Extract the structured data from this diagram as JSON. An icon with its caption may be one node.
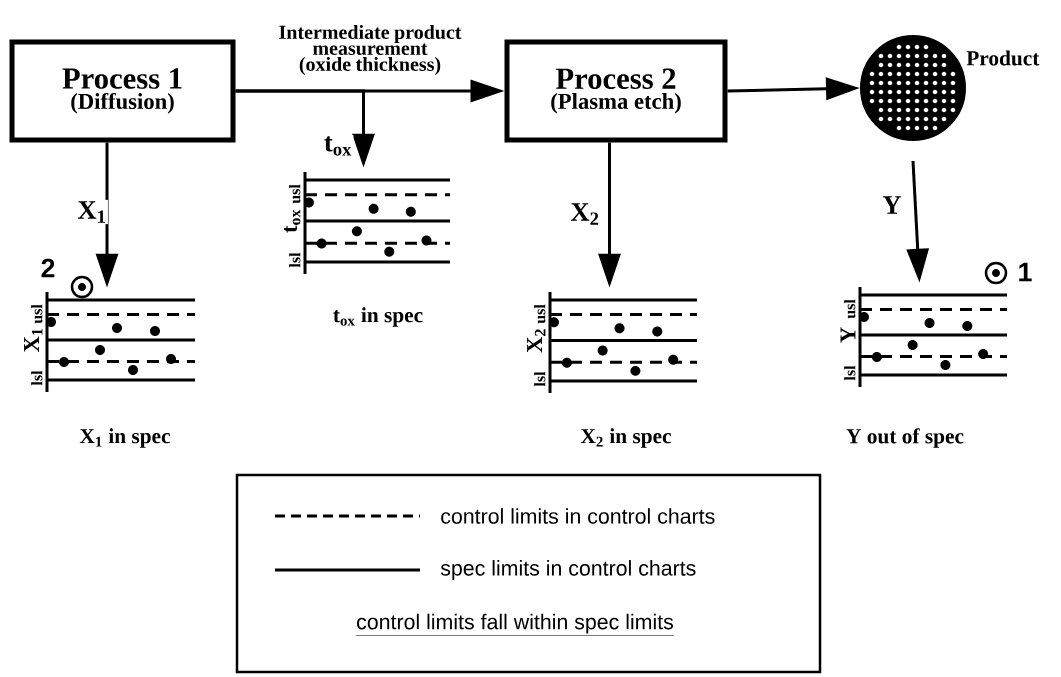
{
  "diagram": {
    "nodes": [
      {
        "text": [
          "Process 1",
          "(Diffusion)"
        ]
      },
      {
        "text": [
          "Process 2",
          "(Plasma etch)"
        ]
      },
      {
        "text": [],
        "shape": "circle",
        "beside": [
          "Product"
        ]
      },
      {
        "text": [
          "X$_{1}$",
          "usl",
          "lsl"
        ],
        "beside": [
          "X$_{1}$ in spec"
        ]
      },
      {
        "text": [
          "t$_{ox}$",
          "usl",
          "lsl"
        ],
        "beside": [
          "t$_{ox}$ in spec"
        ]
      },
      {
        "text": [
          "X$_{2}$",
          "usl",
          "lsl"
        ],
        "beside": [
          "X$_{2}$ in spec"
        ]
      },
      {
        "text": [
          "Y",
          "usl",
          "lsl"
        ],
        "beside": [
          "Y out of spec"
        ]
      }
    ],
    "edges": [
      {
        "from": 0,
        "to": 1,
        "arrow": "to",
        "label": "Intermediate product measurement (oxide thickness)"
      },
      {
        "from": 1,
        "to": 2,
        "arrow": "to"
      },
      {
        "from": 0,
        "to": 3,
        "arrow": "to",
        "label": "X$_{1}$"
      },
      {
        "from": 0,
        "to": 4,
        "arrow": "to",
        "label": "t$_{ox}$"
      },
      {
        "from": 1,
        "to": 5,
        "arrow": "to",
        "label": "X$_{2}$"
      },
      {
        "from": 2,
        "to": 6,
        "arrow": "to",
        "label": "Y"
      }
    ],
    "labels": [
      "2",
      "1",
      "control limits fall within spec limits"
    ],
    "legend": [
      {
        "text": "control limits in control charts"
      },
      {
        "text": "spec limits in control charts"
      }
    ]
  }
}
